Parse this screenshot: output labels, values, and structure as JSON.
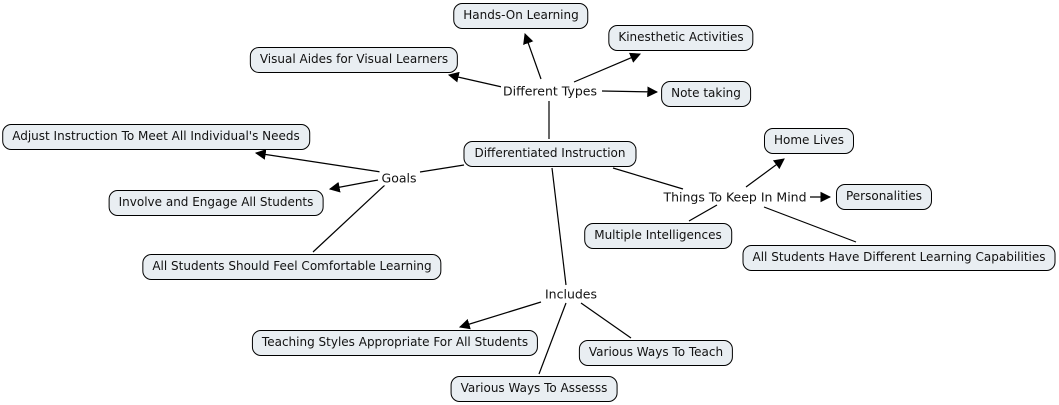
{
  "mindmap": {
    "root": "Differentiated Instruction",
    "branches": {
      "different_types": "Different Types",
      "goals": "Goals",
      "things_to_keep_in_mind": "Things To Keep In Mind",
      "includes": "Includes"
    },
    "leaves": {
      "hands_on_learning": "Hands-On Learning",
      "kinesthetic_activities": "Kinesthetic Activities",
      "note_taking": "Note taking",
      "visual_aides": "Visual Aides for Visual Learners",
      "adjust_instruction": "Adjust Instruction To Meet All Individual's Needs",
      "involve_engage": "Involve and Engage All Students",
      "comfortable_learning": "All Students Should Feel Comfortable Learning",
      "home_lives": "Home Lives",
      "personalities": "Personalities",
      "multiple_intelligences": "Multiple Intelligences",
      "different_capabilities": "All Students Have Different Learning Capabilities",
      "teaching_styles": "Teaching Styles Appropriate For All Students",
      "ways_to_teach": "Various Ways To Teach",
      "ways_to_assess": "Various Ways To Assesss"
    },
    "edges": [
      {
        "from": "root",
        "to": "different_types",
        "arrow": false
      },
      {
        "from": "root",
        "to": "goals",
        "arrow": false
      },
      {
        "from": "root",
        "to": "things_to_keep_in_mind",
        "arrow": false
      },
      {
        "from": "root",
        "to": "includes",
        "arrow": false
      },
      {
        "from": "different_types",
        "to": "hands_on_learning",
        "arrow": true
      },
      {
        "from": "different_types",
        "to": "kinesthetic_activities",
        "arrow": true
      },
      {
        "from": "different_types",
        "to": "note_taking",
        "arrow": true
      },
      {
        "from": "different_types",
        "to": "visual_aides",
        "arrow": true
      },
      {
        "from": "goals",
        "to": "adjust_instruction",
        "arrow": true
      },
      {
        "from": "goals",
        "to": "involve_engage",
        "arrow": true
      },
      {
        "from": "goals",
        "to": "comfortable_learning",
        "arrow": false
      },
      {
        "from": "things_to_keep_in_mind",
        "to": "home_lives",
        "arrow": true
      },
      {
        "from": "things_to_keep_in_mind",
        "to": "personalities",
        "arrow": true
      },
      {
        "from": "things_to_keep_in_mind",
        "to": "multiple_intelligences",
        "arrow": false
      },
      {
        "from": "things_to_keep_in_mind",
        "to": "different_capabilities",
        "arrow": false
      },
      {
        "from": "includes",
        "to": "teaching_styles",
        "arrow": true
      },
      {
        "from": "includes",
        "to": "ways_to_teach",
        "arrow": false
      },
      {
        "from": "includes",
        "to": "ways_to_assess",
        "arrow": false
      }
    ],
    "colors": {
      "node_fill": "#e9eef2",
      "node_border": "#000000",
      "line": "#000000",
      "text": "#111111",
      "background": "#ffffff"
    }
  }
}
